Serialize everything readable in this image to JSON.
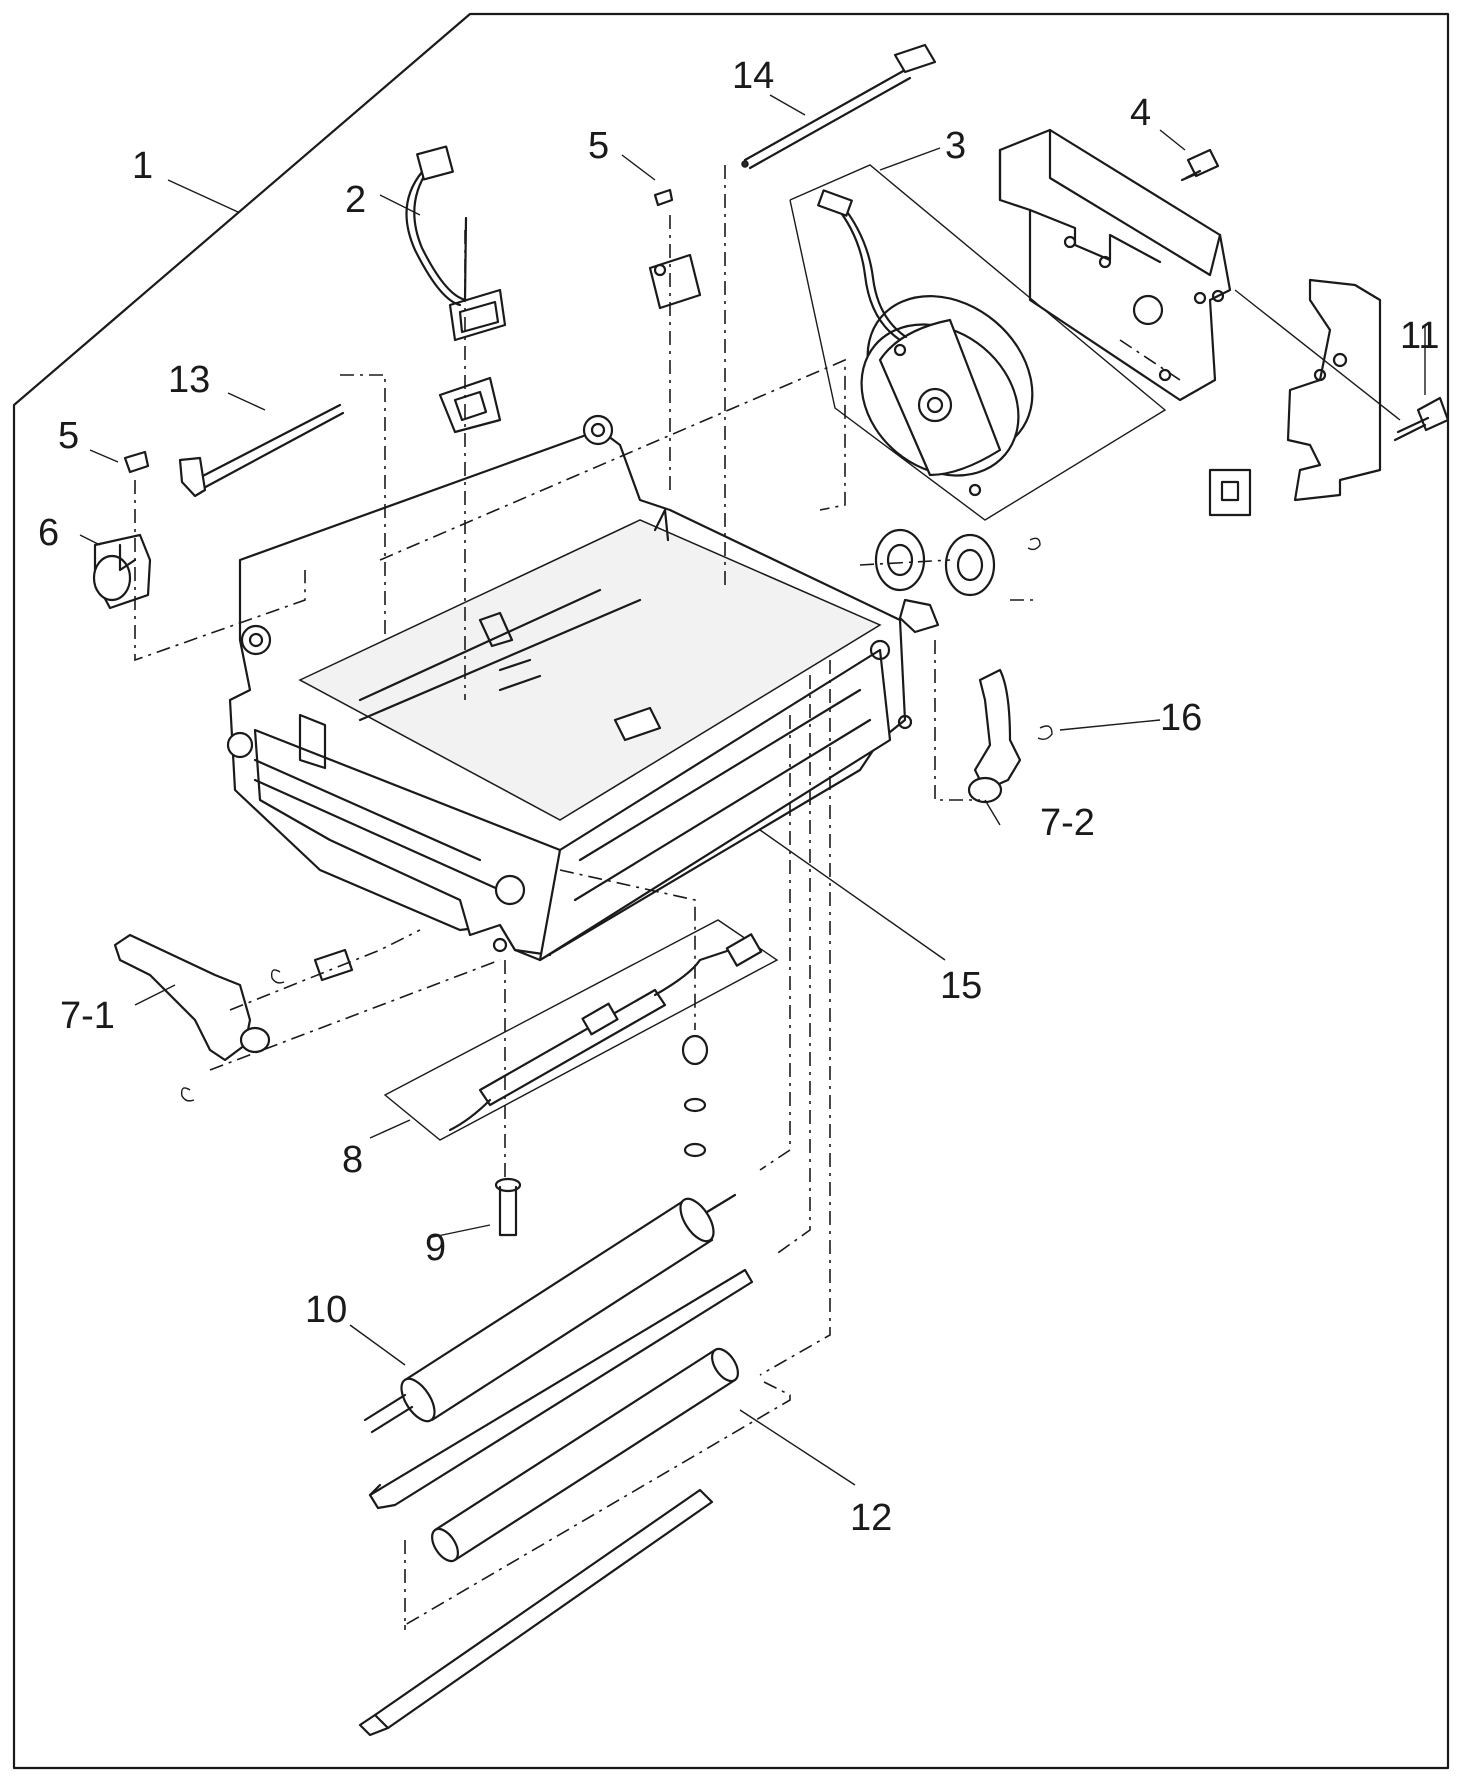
{
  "callouts": {
    "c1": "1",
    "c2": "2",
    "c3": "3",
    "c4": "4",
    "c5a": "5",
    "c5b": "5",
    "c6": "6",
    "c7_1": "7-1",
    "c7_2": "7-2",
    "c8": "8",
    "c9": "9",
    "c10": "10",
    "c11": "11",
    "c12": "12",
    "c13": "13",
    "c14": "14",
    "c15": "15",
    "c16": "16"
  }
}
